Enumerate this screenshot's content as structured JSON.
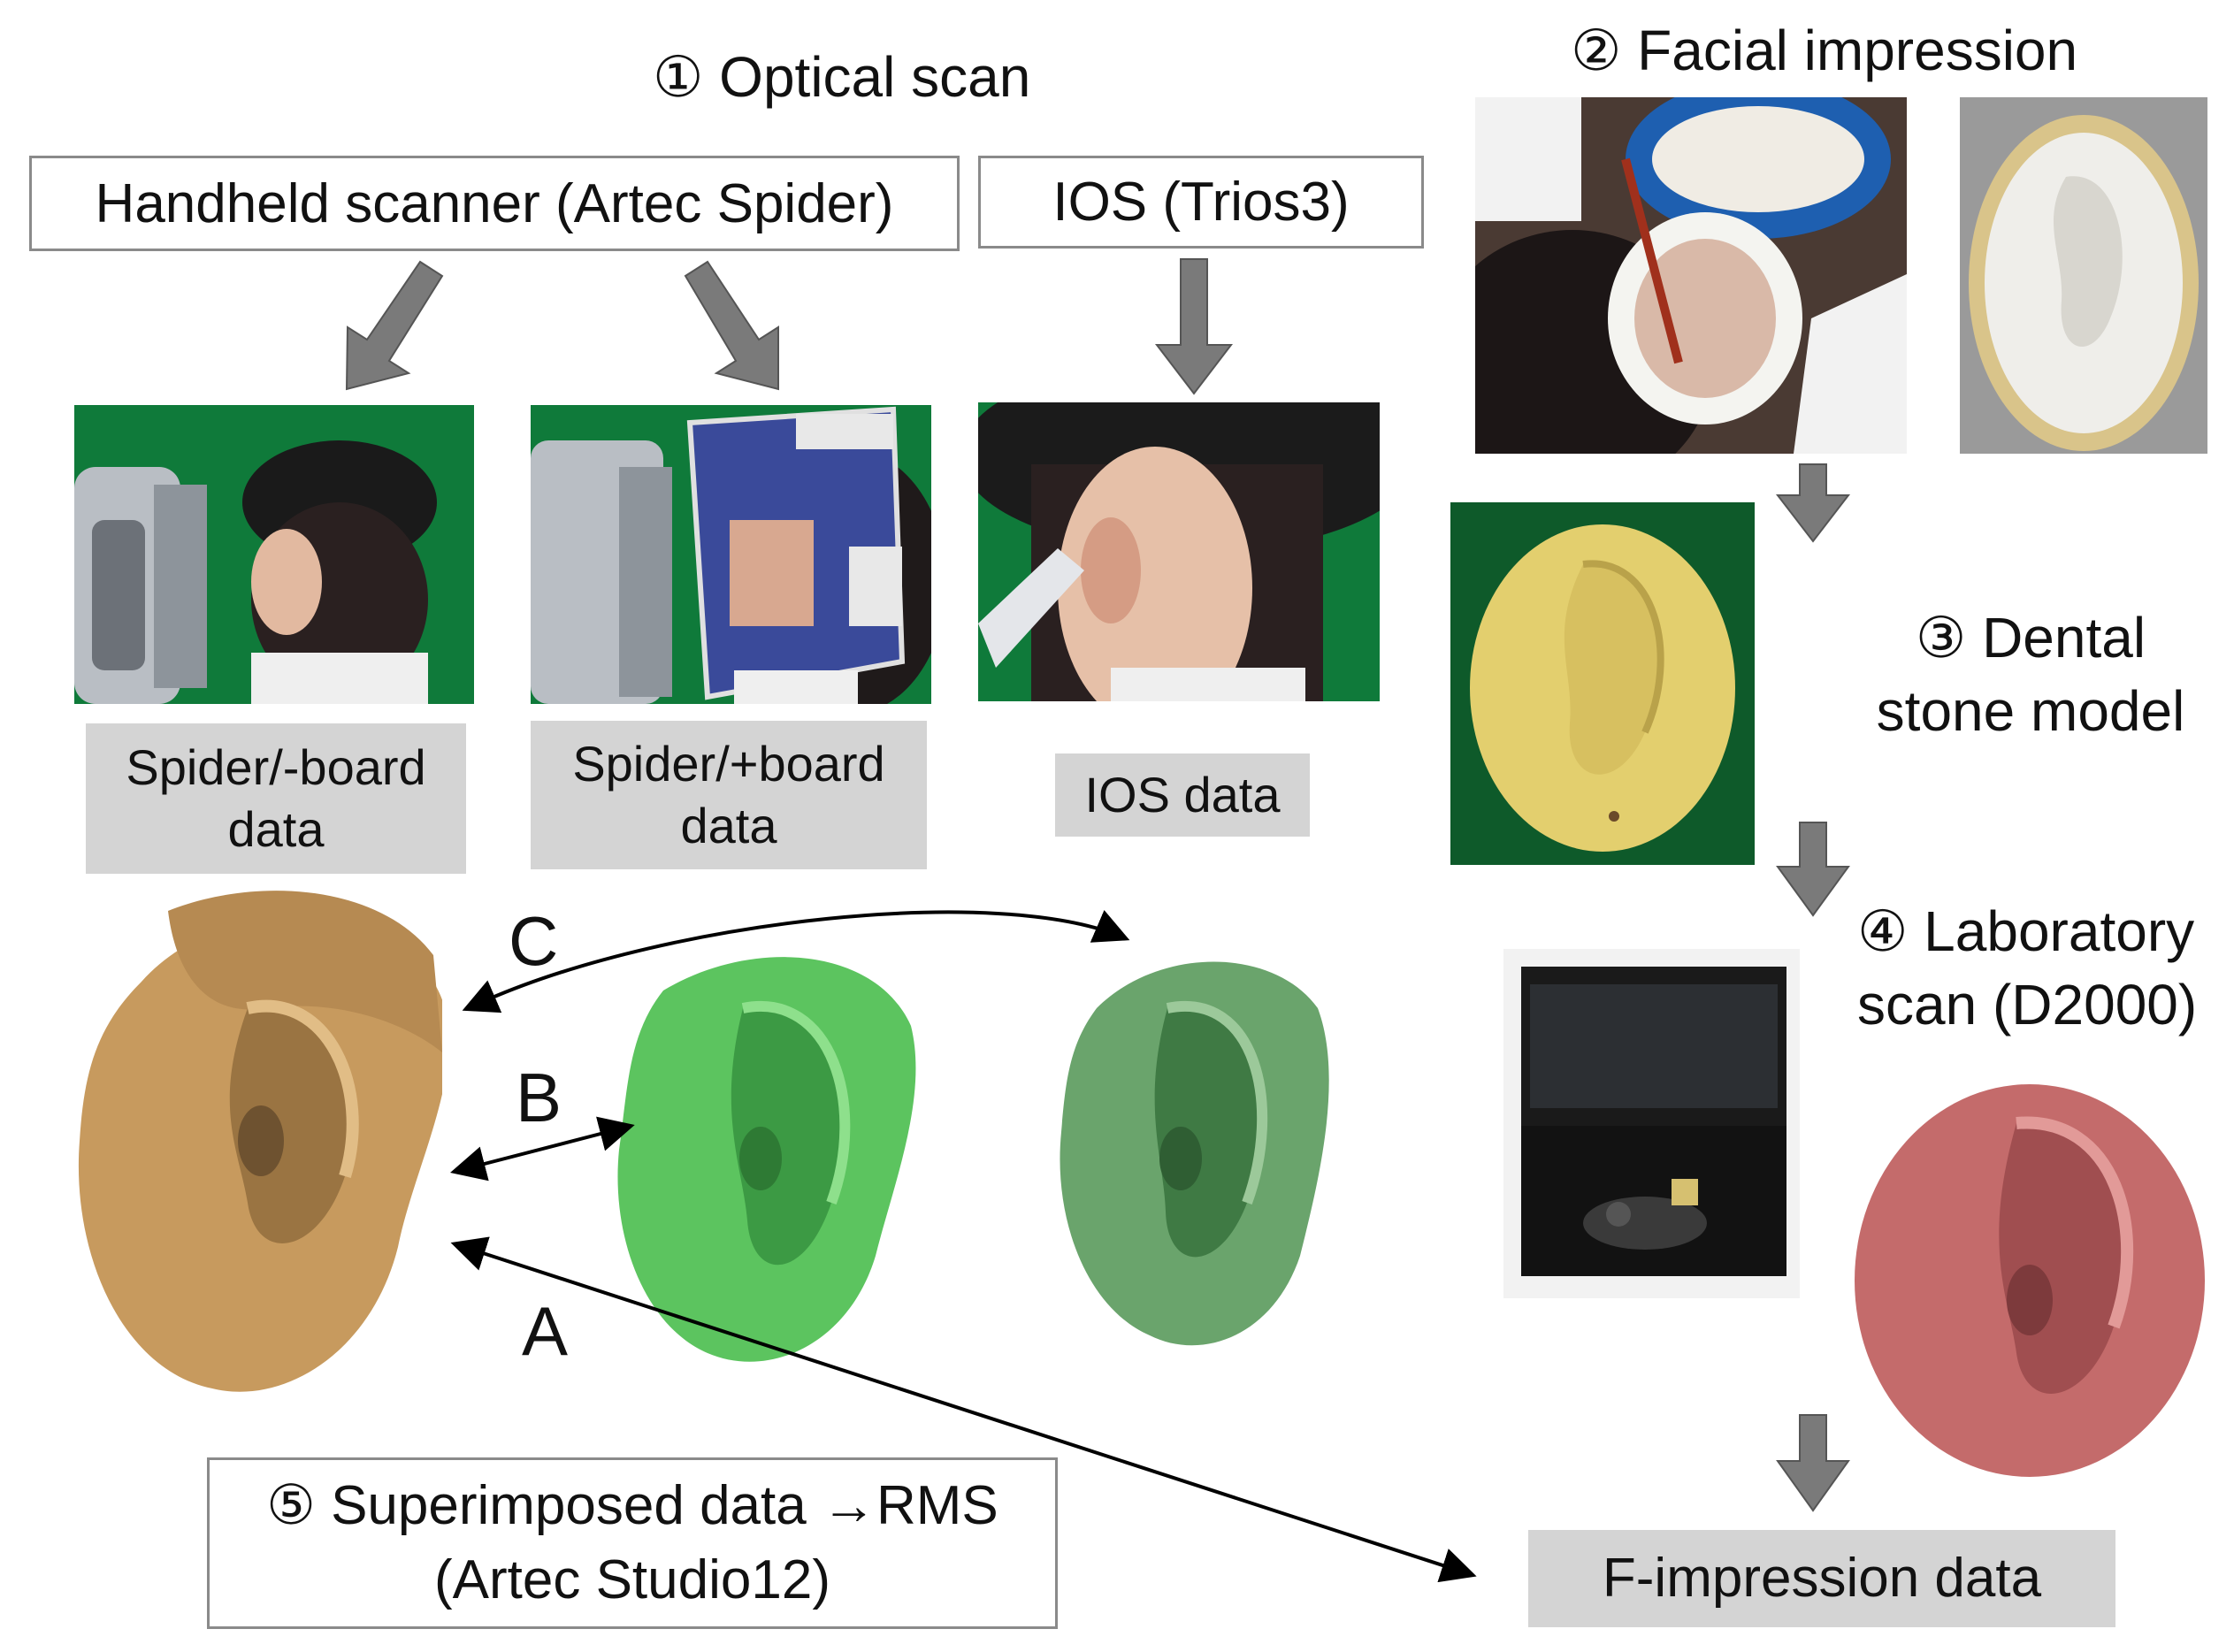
{
  "optical_scan": {
    "num": "①",
    "label": "Optical scan"
  },
  "facial_impression": {
    "num": "②",
    "label": "Facial impression"
  },
  "dental_stone": {
    "num": "③",
    "line1": "Dental",
    "line2": "stone model"
  },
  "laboratory_scan": {
    "num": "④",
    "line1": "Laboratory",
    "line2": "scan (D2000)"
  },
  "superimposed": {
    "num": "⑤",
    "line1": "Superimposed data →RMS",
    "line2": "(Artec Studio12)"
  },
  "handheld_box": "Handheld scanner (Artec Spider)",
  "ios_box": "IOS (Trios3)",
  "labels": {
    "spider_minus": {
      "line1": "Spider/-board",
      "line2": "data"
    },
    "spider_plus": {
      "line1": "Spider/+board",
      "line2": "data"
    },
    "ios_data": "IOS data",
    "f_impression": "F-impression data"
  },
  "comparisons": {
    "a": "A",
    "b": "B",
    "c": "C"
  },
  "colors": {
    "arrow_grey": "#7a7a7a",
    "green_screen": "#0f7a3a",
    "stone_yellow": "#e3cf6e",
    "model_tan": "#c79a5e",
    "model_green": "#3fa04a",
    "model_green_dark": "#4e8a52",
    "model_pink": "#c46b6b"
  }
}
